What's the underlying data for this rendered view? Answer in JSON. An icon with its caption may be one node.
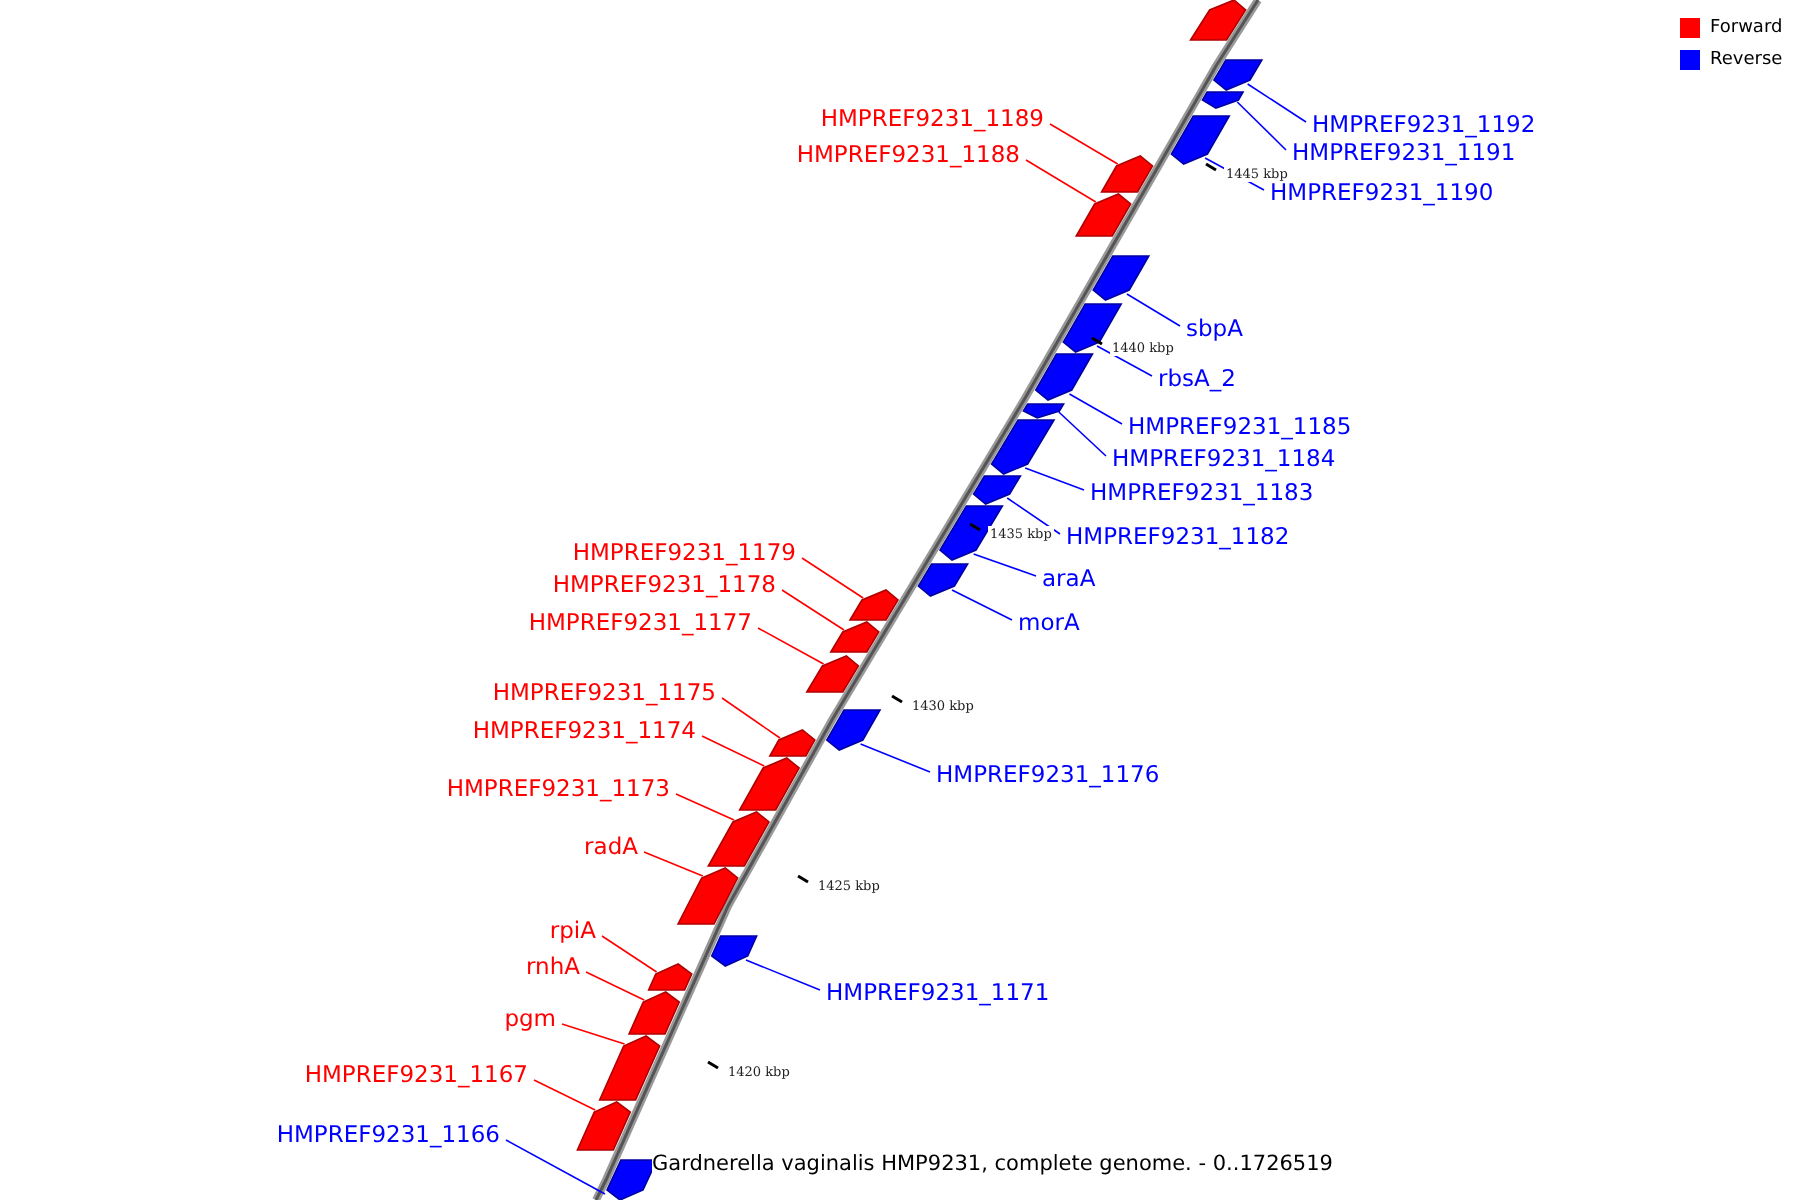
{
  "diagram": {
    "caption": "Gardnerella vaginalis HMP9231, complete genome. - 0..1726519",
    "nodes": [
      {
        "text": [],
        "shape": "box"
      },
      {
        "text": [
          "HMPREF9231_1192"
        ]
      },
      {
        "text": [],
        "shape": "box"
      },
      {
        "text": [
          "HMPREF9231_1191"
        ]
      },
      {
        "text": [],
        "shape": "box"
      },
      {
        "text": [
          "HMPREF9231_1189"
        ]
      },
      {
        "text": [],
        "shape": "box"
      },
      {
        "text": [
          "HMPREF9231_1188"
        ]
      },
      {
        "text": [],
        "shape": "box"
      },
      {
        "text": [
          "HMPREF9231_1190"
        ]
      },
      {
        "text": [],
        "shape": "box"
      },
      {
        "text": [
          "sbpA"
        ]
      },
      {
        "text": [],
        "shape": "box"
      },
      {
        "text": [
          "rbsA_2"
        ]
      },
      {
        "text": [],
        "shape": "box"
      },
      {
        "text": [
          "HMPREF9231_1185"
        ]
      },
      {
        "text": [],
        "shape": "box"
      },
      {
        "text": [
          "HMPREF9231_1184"
        ]
      },
      {
        "text": [],
        "shape": "box"
      },
      {
        "text": [
          "HMPREF9231_1183"
        ]
      },
      {
        "text": [],
        "shape": "box"
      },
      {
        "text": [
          "HMPREF9231_1182"
        ]
      },
      {
        "text": [],
        "shape": "box"
      },
      {
        "text": [
          "araA"
        ]
      },
      {
        "text": [],
        "shape": "box"
      },
      {
        "text": [
          "HMPREF9231_1179"
        ]
      },
      {
        "text": [],
        "shape": "box"
      },
      {
        "text": [
          "HMPREF9231_1178"
        ]
      },
      {
        "text": [],
        "shape": "box"
      },
      {
        "text": [
          "morA"
        ]
      },
      {
        "text": [],
        "shape": "box"
      },
      {
        "text": [
          "HMPREF9231_1177"
        ]
      },
      {
        "text": [],
        "shape": "box"
      },
      {
        "text": [
          "HMPREF9231_1175"
        ]
      },
      {
        "text": [],
        "shape": "box"
      },
      {
        "text": [
          "HMPREF9231_1174"
        ]
      },
      {
        "text": [],
        "shape": "box"
      },
      {
        "text": [
          "HMPREF9231_1176"
        ]
      },
      {
        "text": [],
        "shape": "box"
      },
      {
        "text": [
          "HMPREF9231_1173"
        ]
      },
      {
        "text": [],
        "shape": "box"
      },
      {
        "text": [
          "radA"
        ]
      },
      {
        "text": [],
        "shape": "box"
      },
      {
        "text": [
          "rpiA"
        ]
      },
      {
        "text": [],
        "shape": "box"
      },
      {
        "text": [
          "rnhA"
        ]
      },
      {
        "text": [],
        "shape": "box"
      },
      {
        "text": [
          "HMPREF9231_1171"
        ]
      },
      {
        "text": [],
        "shape": "box"
      },
      {
        "text": [
          "pgm"
        ]
      },
      {
        "text": [],
        "shape": "box"
      },
      {
        "text": [
          "HMPREF9231_1167"
        ]
      },
      {
        "text": [],
        "shape": "box"
      },
      {
        "text": [
          "HMPREF9231_1166"
        ]
      },
      {
        "text": [],
        "shape": "box"
      }
    ],
    "edges": [
      {
        "from": 1,
        "to": 2,
        "arrow": "none"
      },
      {
        "from": 3,
        "to": 4,
        "arrow": "none"
      },
      {
        "from": 5,
        "to": 6,
        "arrow": "none",
        "color": "#ff0000"
      },
      {
        "from": 7,
        "to": 8,
        "arrow": "none",
        "color": "#ff0000"
      },
      {
        "from": 9,
        "to": 10,
        "arrow": "none"
      },
      {
        "from": 11,
        "to": 12,
        "arrow": "none"
      },
      {
        "from": 13,
        "to": 14,
        "arrow": "none"
      },
      {
        "from": 15,
        "to": 16,
        "arrow": "none"
      },
      {
        "from": 17,
        "to": 18,
        "arrow": "none"
      },
      {
        "from": 19,
        "to": 20,
        "arrow": "none"
      },
      {
        "from": 21,
        "to": 22,
        "arrow": "none"
      },
      {
        "from": 23,
        "to": 24,
        "arrow": "none"
      },
      {
        "from": 25,
        "to": 26,
        "arrow": "none",
        "color": "#ff0000"
      },
      {
        "from": 27,
        "to": 28,
        "arrow": "none",
        "color": "#ff0000"
      },
      {
        "from": 29,
        "to": 30,
        "arrow": "none"
      },
      {
        "from": 31,
        "to": 32,
        "arrow": "none",
        "color": "#ff0000"
      },
      {
        "from": 33,
        "to": 34,
        "arrow": "none",
        "color": "#ff0000"
      },
      {
        "from": 35,
        "to": 36,
        "arrow": "none",
        "color": "#ff0000"
      },
      {
        "from": 37,
        "to": 38,
        "arrow": "none"
      },
      {
        "from": 39,
        "to": 40,
        "arrow": "none",
        "color": "#ff0000"
      },
      {
        "from": 41,
        "to": 42,
        "arrow": "none",
        "color": "#ff0000"
      },
      {
        "from": 43,
        "to": 44,
        "arrow": "none",
        "color": "#ff0000"
      },
      {
        "from": 45,
        "to": 46,
        "arrow": "none",
        "color": "#ff0000"
      },
      {
        "from": 47,
        "to": 48,
        "arrow": "none"
      },
      {
        "from": 49,
        "to": 50,
        "arrow": "none",
        "color": "#ff0000"
      },
      {
        "from": 51,
        "to": 52,
        "arrow": "none",
        "color": "#ff0000"
      },
      {
        "from": 53,
        "to": 54,
        "arrow": "none"
      }
    ],
    "labels": [
      "1445 kbp",
      "1440 kbp",
      "1435 kbp",
      "1430 kbp",
      "1425 kbp",
      "1420 kbp"
    ],
    "legend": [
      {
        "text": "Forward",
        "color": "#ff0000"
      },
      {
        "text": "Reverse",
        "color": "#0000ff"
      }
    ]
  }
}
